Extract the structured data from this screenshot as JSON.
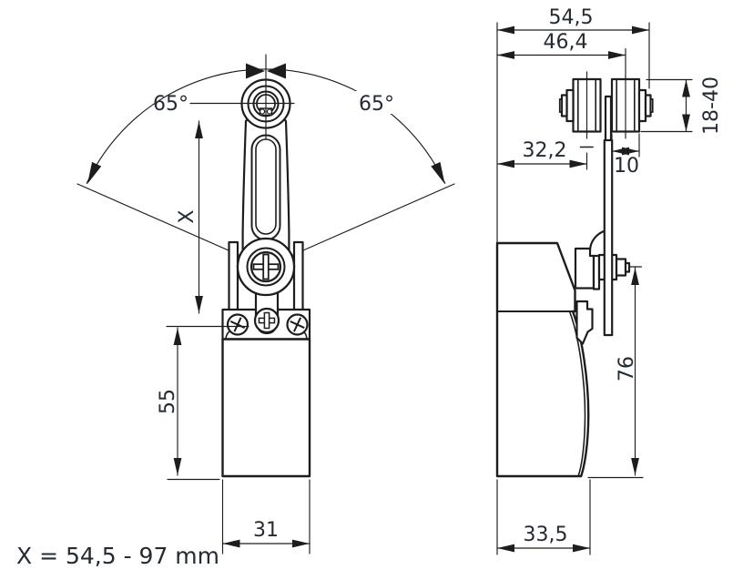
{
  "colors": {
    "line": "#1d1d1f",
    "text": "#242b33",
    "background": "#ffffff"
  },
  "front_view": {
    "swing_angle_left": "65°",
    "swing_angle_right": "65°",
    "lever_length_label": "X",
    "body_height": "55",
    "body_width": "31"
  },
  "side_view": {
    "overall_width": "54,5",
    "outer_roller_center_offset": "46,4",
    "inner_roller_center_offset": "32,2",
    "roller_width": "10",
    "roller_diameter_range": "18-40",
    "height_below_shaft": "76",
    "body_depth": "33,5"
  },
  "footnote": {
    "text": "X = 54,5 - 97 mm"
  }
}
